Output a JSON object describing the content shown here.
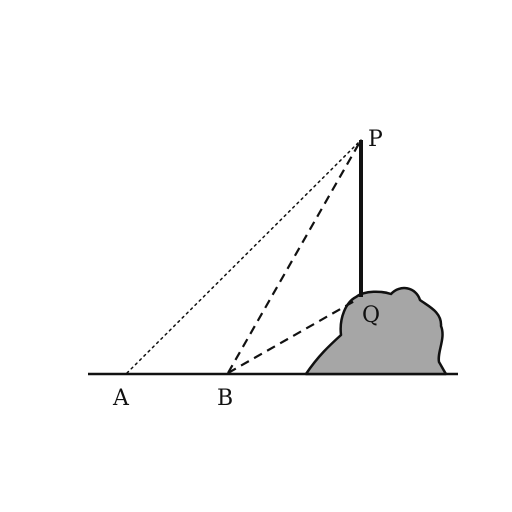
{
  "diagram": {
    "points": {
      "A": "A",
      "B": "B",
      "P": "P",
      "Q": "Q"
    },
    "colors": {
      "ink": "#111111",
      "rock_fill": "#a6a6a6",
      "background": "#ffffff"
    }
  }
}
